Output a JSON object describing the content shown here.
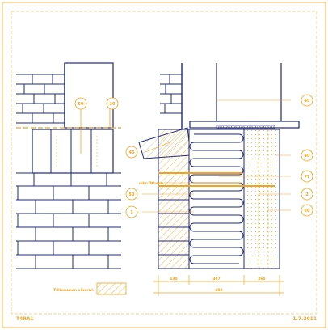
{
  "drawing": {
    "code": "T4RA1",
    "date": "1.7.2011",
    "legend_text": "Tiilisauman vinorivi",
    "note": "min. 30 mm"
  },
  "bubbles": {
    "b1": "60",
    "b2": "20",
    "b3": "45",
    "b4": "45",
    "b5": "40",
    "b6": "77",
    "b7": "2",
    "b8": "60",
    "b9": "50",
    "b10": "1"
  },
  "dimensions": {
    "d1": "130",
    "d2": "367",
    "d3": "265",
    "total": "459"
  },
  "colors": {
    "frame": "#f3a41d",
    "wall": "#1f2a7a",
    "hatch": "#f3a41d"
  }
}
